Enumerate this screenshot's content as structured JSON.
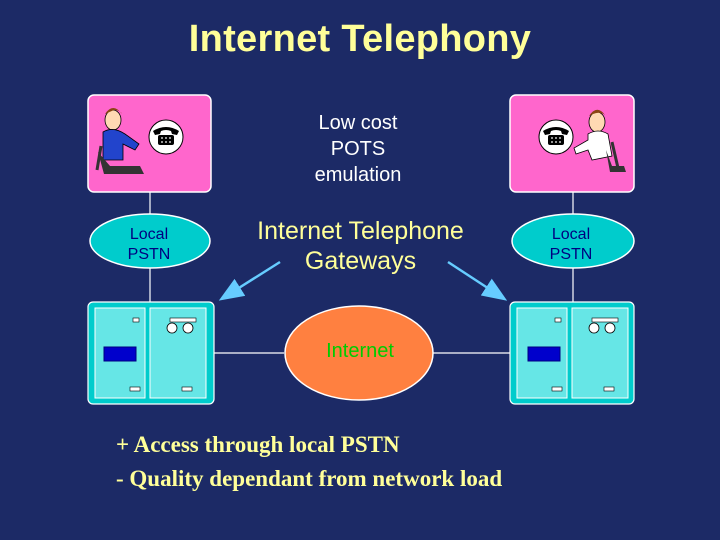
{
  "slide": {
    "title": "Internet Telephony",
    "low_cost_label": [
      "Low cost",
      "POTS",
      "emulation"
    ],
    "gateways_label": [
      "Internet Telephone",
      "Gateways"
    ],
    "left_cloud_label": [
      "Local",
      "PSTN"
    ],
    "right_cloud_label": [
      "Local",
      "PSTN"
    ],
    "internet_label": "Internet",
    "bullets": [
      "+ Access through local PSTN",
      "-  Quality dependant from network load"
    ]
  },
  "colors": {
    "background": "#1c2a66",
    "title": "#ffff99",
    "phone_box": "#ff66cc",
    "pstn_cloud": "#00cccc",
    "gateway_box": "#00cccc",
    "internet_cloud": "#ff8040",
    "arrow": "#66ccff"
  },
  "icons": [
    "person-at-phone-left",
    "telephone-icon",
    "person-at-phone-right",
    "gateway-device-icon"
  ]
}
